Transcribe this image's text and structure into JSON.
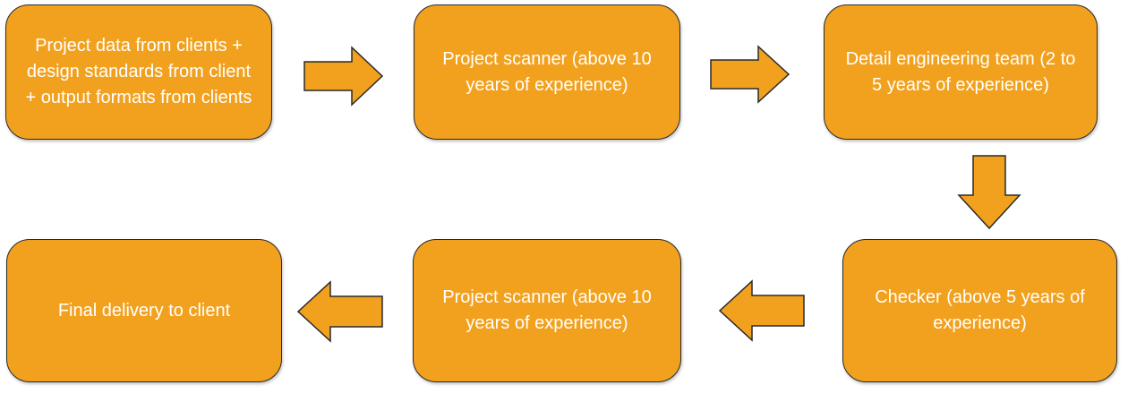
{
  "diagram": {
    "boxes": [
      {
        "id": "b1",
        "text": "Project data from clients + design standards from client + output formats from clients"
      },
      {
        "id": "b2",
        "text": "Project scanner (above 10 years of experience)"
      },
      {
        "id": "b3",
        "text": "Detail engineering team (2 to 5 years of experience)"
      },
      {
        "id": "b4",
        "text": "Checker (above 5 years of experience)"
      },
      {
        "id": "b5",
        "text": "Project scanner (above 10 years of experience)"
      },
      {
        "id": "b6",
        "text": "Final delivery to client"
      }
    ],
    "arrows": [
      {
        "from": "b1",
        "to": "b2",
        "direction": "right"
      },
      {
        "from": "b2",
        "to": "b3",
        "direction": "right"
      },
      {
        "from": "b3",
        "to": "b4",
        "direction": "down"
      },
      {
        "from": "b4",
        "to": "b5",
        "direction": "left"
      },
      {
        "from": "b5",
        "to": "b6",
        "direction": "left"
      }
    ],
    "colors": {
      "box_fill": "#f2a11e",
      "box_border": "#2a2a2a",
      "text": "#ffffff"
    }
  }
}
